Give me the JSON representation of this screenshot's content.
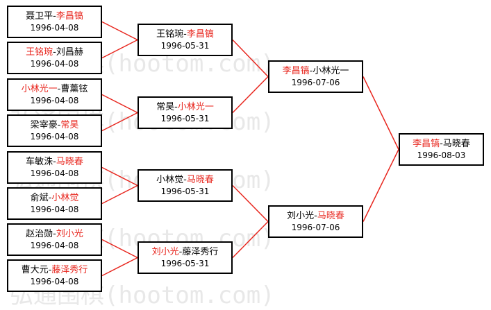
{
  "rounds": [
    {
      "matches": [
        {
          "p1": "聂卫平",
          "p2": "李昌镐",
          "winner": 2,
          "date": "1996-04-08"
        },
        {
          "p1": "王铭琬",
          "p2": "刘昌赫",
          "winner": 1,
          "date": "1996-04-08"
        },
        {
          "p1": "小林光一",
          "p2": "曹薰铉",
          "winner": 1,
          "date": "1996-04-08"
        },
        {
          "p1": "梁宰豪",
          "p2": "常昊",
          "winner": 2,
          "date": "1996-04-08"
        },
        {
          "p1": "车敏洙",
          "p2": "马晓春",
          "winner": 2,
          "date": "1996-04-08"
        },
        {
          "p1": "俞斌",
          "p2": "小林觉",
          "winner": 2,
          "date": "1996-04-08"
        },
        {
          "p1": "赵治勋",
          "p2": "刘小光",
          "winner": 2,
          "date": "1996-04-08"
        },
        {
          "p1": "曹大元",
          "p2": "藤泽秀行",
          "winner": 2,
          "date": "1996-04-08"
        }
      ]
    },
    {
      "matches": [
        {
          "p1": "王铭琬",
          "p2": "李昌镐",
          "winner": 2,
          "date": "1996-05-31"
        },
        {
          "p1": "常昊",
          "p2": "小林光一",
          "winner": 2,
          "date": "1996-05-31"
        },
        {
          "p1": "小林觉",
          "p2": "马晓春",
          "winner": 2,
          "date": "1996-05-31"
        },
        {
          "p1": "刘小光",
          "p2": "藤泽秀行",
          "winner": 1,
          "date": "1996-05-31"
        }
      ]
    },
    {
      "matches": [
        {
          "p1": "李昌镐",
          "p2": "小林光一",
          "winner": 1,
          "date": "1996-07-06"
        },
        {
          "p1": "刘小光",
          "p2": "马晓春",
          "winner": 2,
          "date": "1996-07-06"
        }
      ]
    },
    {
      "matches": [
        {
          "p1": "李昌镐",
          "p2": "马晓春",
          "winner": 1,
          "date": "1996-08-03"
        }
      ]
    }
  ],
  "separator": "-",
  "watermark": "弘通围棋(hootom.com)",
  "colors": {
    "winner": "#e8261e",
    "line": "#e8261e",
    "border": "#000000",
    "text": "#000000"
  }
}
